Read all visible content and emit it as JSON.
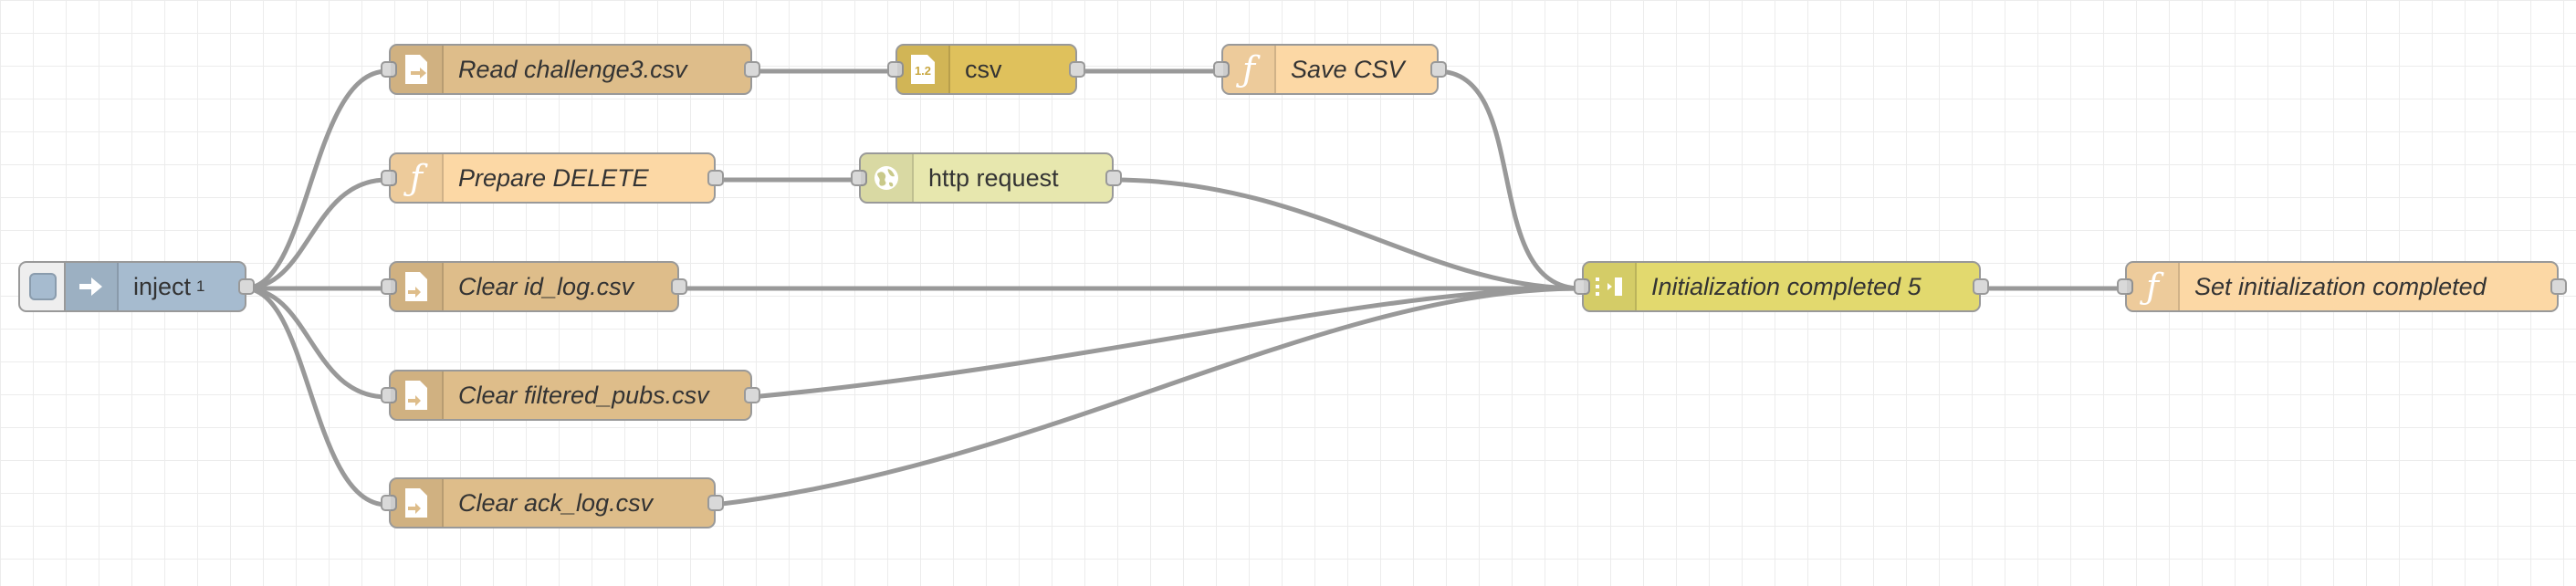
{
  "flow": {
    "inject": {
      "label": "inject",
      "badge": "1"
    },
    "nodes": {
      "read_challenge3": "Read challenge3.csv",
      "csv": "csv",
      "save_csv": "Save CSV",
      "prepare_delete": "Prepare DELETE",
      "http_request": "http request",
      "clear_id_log": "Clear id_log.csv",
      "clear_filtered_pubs": "Clear filtered_pubs.csv",
      "clear_ack_log": "Clear ack_log.csv",
      "init_completed": "Initialization completed 5",
      "set_init_completed": "Set initialization completed"
    },
    "icons": {
      "inject": "arrow-right-icon",
      "file": "file-icon",
      "function": "function-icon",
      "csv": "csv-parse-icon",
      "http": "globe-icon",
      "join": "join-icon"
    },
    "colors": {
      "file": "#debd8a",
      "function": "#fcd8a5",
      "parser": "#dfc15c",
      "http": "#e7e7ae",
      "join": "#e2d96e",
      "inject": "#a6bbcf",
      "wire": "#999999"
    }
  }
}
